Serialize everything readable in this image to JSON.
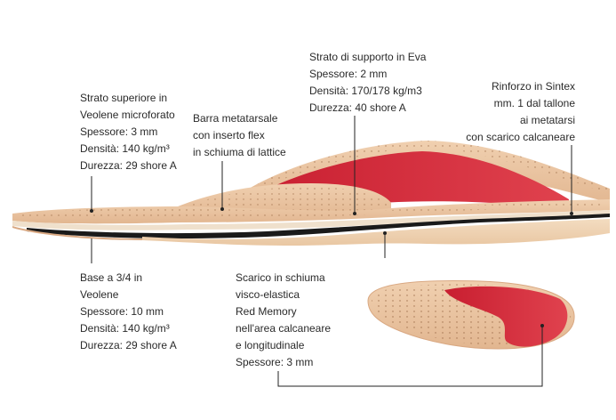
{
  "labels": {
    "strato_superiore": [
      "Strato superiore in",
      "Veolene microforato",
      "Spessore: 3 mm",
      "Densità: 140 kg/m³",
      "Durezza: 29 shore A"
    ],
    "barra_metatarsale": [
      "Barra metatarsale",
      "con inserto flex",
      "in schiuma di lattice"
    ],
    "strato_supporto": [
      "Strato di supporto in Eva",
      "Spessore: 2 mm",
      "Densità: 170/178 kg/m3",
      "Durezza: 40 shore A"
    ],
    "rinforzo": [
      "Rinforzo in Sintex",
      "mm. 1 dal tallone",
      "ai metatarsi",
      "con scarico calcaneare"
    ],
    "base": [
      "Base a 3/4 in",
      "Veolene",
      "Spessore: 10 mm",
      "Densità: 140 kg/m³",
      "Durezza: 29 shore A"
    ],
    "scarico": [
      "Scarico in schiuma",
      "visco-elastica",
      "Red Memory",
      "nell'area calcaneare",
      "e longitudinale",
      "Spessore: 3 mm"
    ]
  },
  "colors": {
    "leather": "#e8c3a0",
    "leather_dark": "#d9a882",
    "foam": "#f0d2ae",
    "red": "#d8283a",
    "black_layer": "#1a1a1a",
    "leader_line": "#222222"
  }
}
